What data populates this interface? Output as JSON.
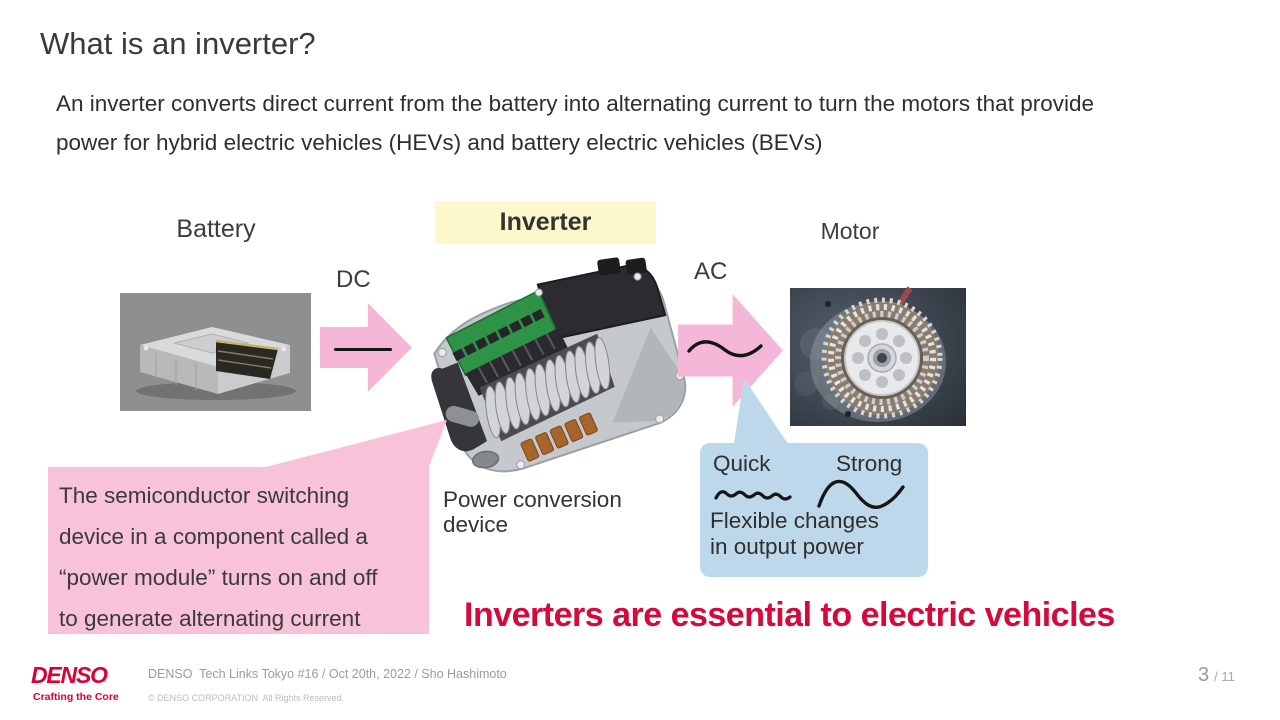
{
  "slide": {
    "title": "What is an inverter?",
    "intro": [
      "An inverter converts direct current from the battery into alternating current to turn the motors that provide",
      "power for hybrid electric vehicles (HEVs) and battery electric vehicles (BEVs)"
    ],
    "headline": "Inverters are essential to electric vehicles"
  },
  "diagram": {
    "battery_label": "Battery",
    "inverter_label": "Inverter",
    "motor_label": "Motor",
    "dc_label": "DC",
    "ac_label": "AC",
    "power_conversion": [
      "Power conversion",
      "device"
    ],
    "pink_callout": [
      "The semiconductor switching",
      "device in a component called a",
      "“power module” turns on and off",
      "to generate alternating current"
    ],
    "blue_callout": {
      "quick_label": "Quick",
      "strong_label": "Strong",
      "lines": [
        "Flexible changes",
        "in output power"
      ]
    }
  },
  "footer": {
    "logo_text": "DENSO",
    "logo_tagline": "Crafting the Core",
    "credit": "DENSO  Tech Links Tokyo #16 / Oct 20th, 2022 / Sho Hashimoto",
    "copyright": "© DENSO CORPORATION  All Rights Reserved.",
    "page_number": "3",
    "page_total": "/ 11"
  },
  "colors": {
    "headline_red": "#d50a3c",
    "denso_red": "#dc0032",
    "arrow_pink": "#f5b7d7",
    "callout_pink": "#f8c3d9",
    "callout_blue": "#bed8eb",
    "inverter_badge_yellow": "#fbf8cc",
    "text_dark": "#3c3c3c"
  }
}
